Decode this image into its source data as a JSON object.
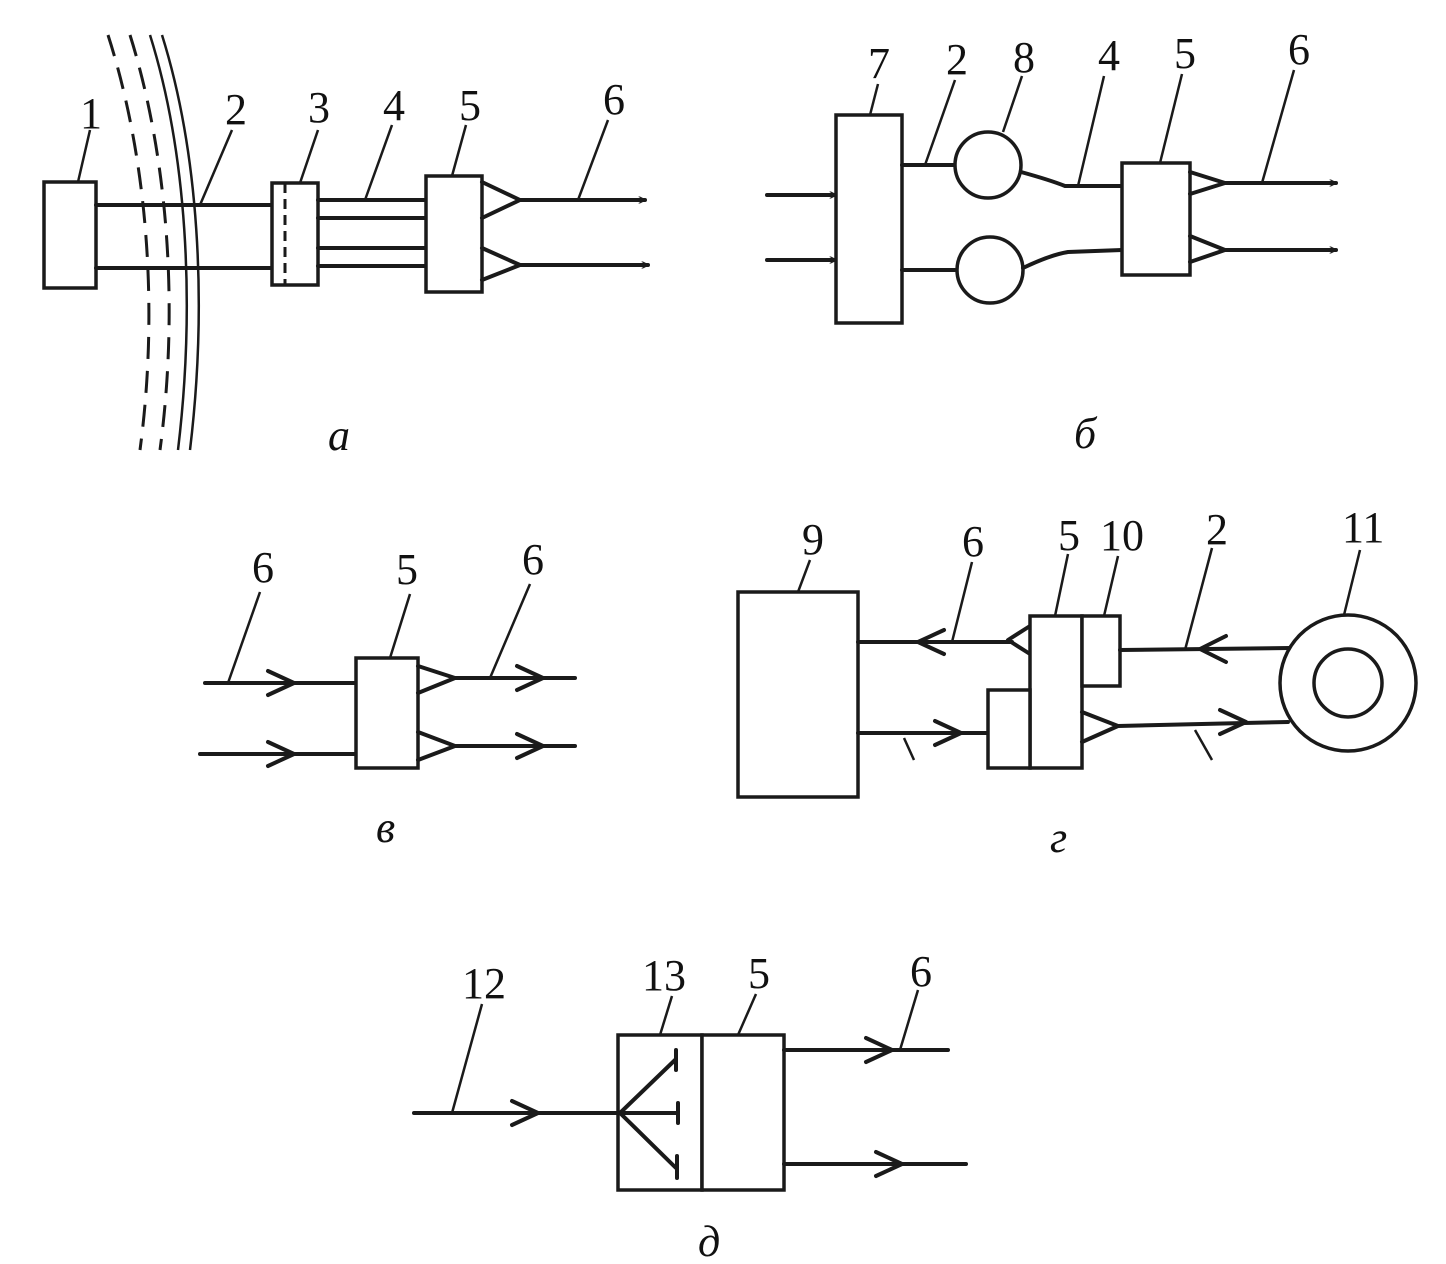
{
  "labels": {
    "a": {
      "n1": "1",
      "n2": "2",
      "n3": "3",
      "n4": "4",
      "n5": "5",
      "n6": "6",
      "caption": "а"
    },
    "b": {
      "n7": "7",
      "n2": "2",
      "n8": "8",
      "n4": "4",
      "n5": "5",
      "n6": "6",
      "caption": "б"
    },
    "v": {
      "n6_left": "6",
      "n5": "5",
      "n6_right": "6",
      "caption": "в"
    },
    "g": {
      "n9": "9",
      "n6": "6",
      "n5": "5",
      "n10": "10",
      "n2": "2",
      "n11": "11",
      "caption": "г"
    },
    "d": {
      "n12": "12",
      "n13": "13",
      "n5": "5",
      "n6": "6",
      "caption": "д"
    }
  },
  "colors": {
    "ink": "#1a1a1a",
    "paper": "#ffffff"
  }
}
